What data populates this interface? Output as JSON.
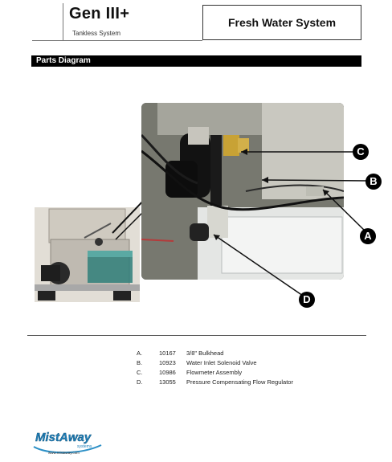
{
  "header": {
    "product": "Gen III+",
    "subproduct": "Tankless System",
    "title": "Fresh Water System"
  },
  "section": {
    "title": "Parts Diagram"
  },
  "callouts": [
    "A",
    "B",
    "C",
    "D"
  ],
  "parts": [
    {
      "letter": "A.",
      "number": "10167",
      "description": "3/8\" Bulkhead"
    },
    {
      "letter": "B.",
      "number": "10923",
      "description": "Water Inlet Solenoid Valve"
    },
    {
      "letter": "C.",
      "number": "10986",
      "description": "Flowmeter Assembly"
    },
    {
      "letter": "D.",
      "number": "13055",
      "description": "Pressure Compensating Flow Regulator"
    }
  ],
  "logo": {
    "brand": "MistAway",
    "sub": "systems",
    "url": "www.mistaway.com"
  }
}
